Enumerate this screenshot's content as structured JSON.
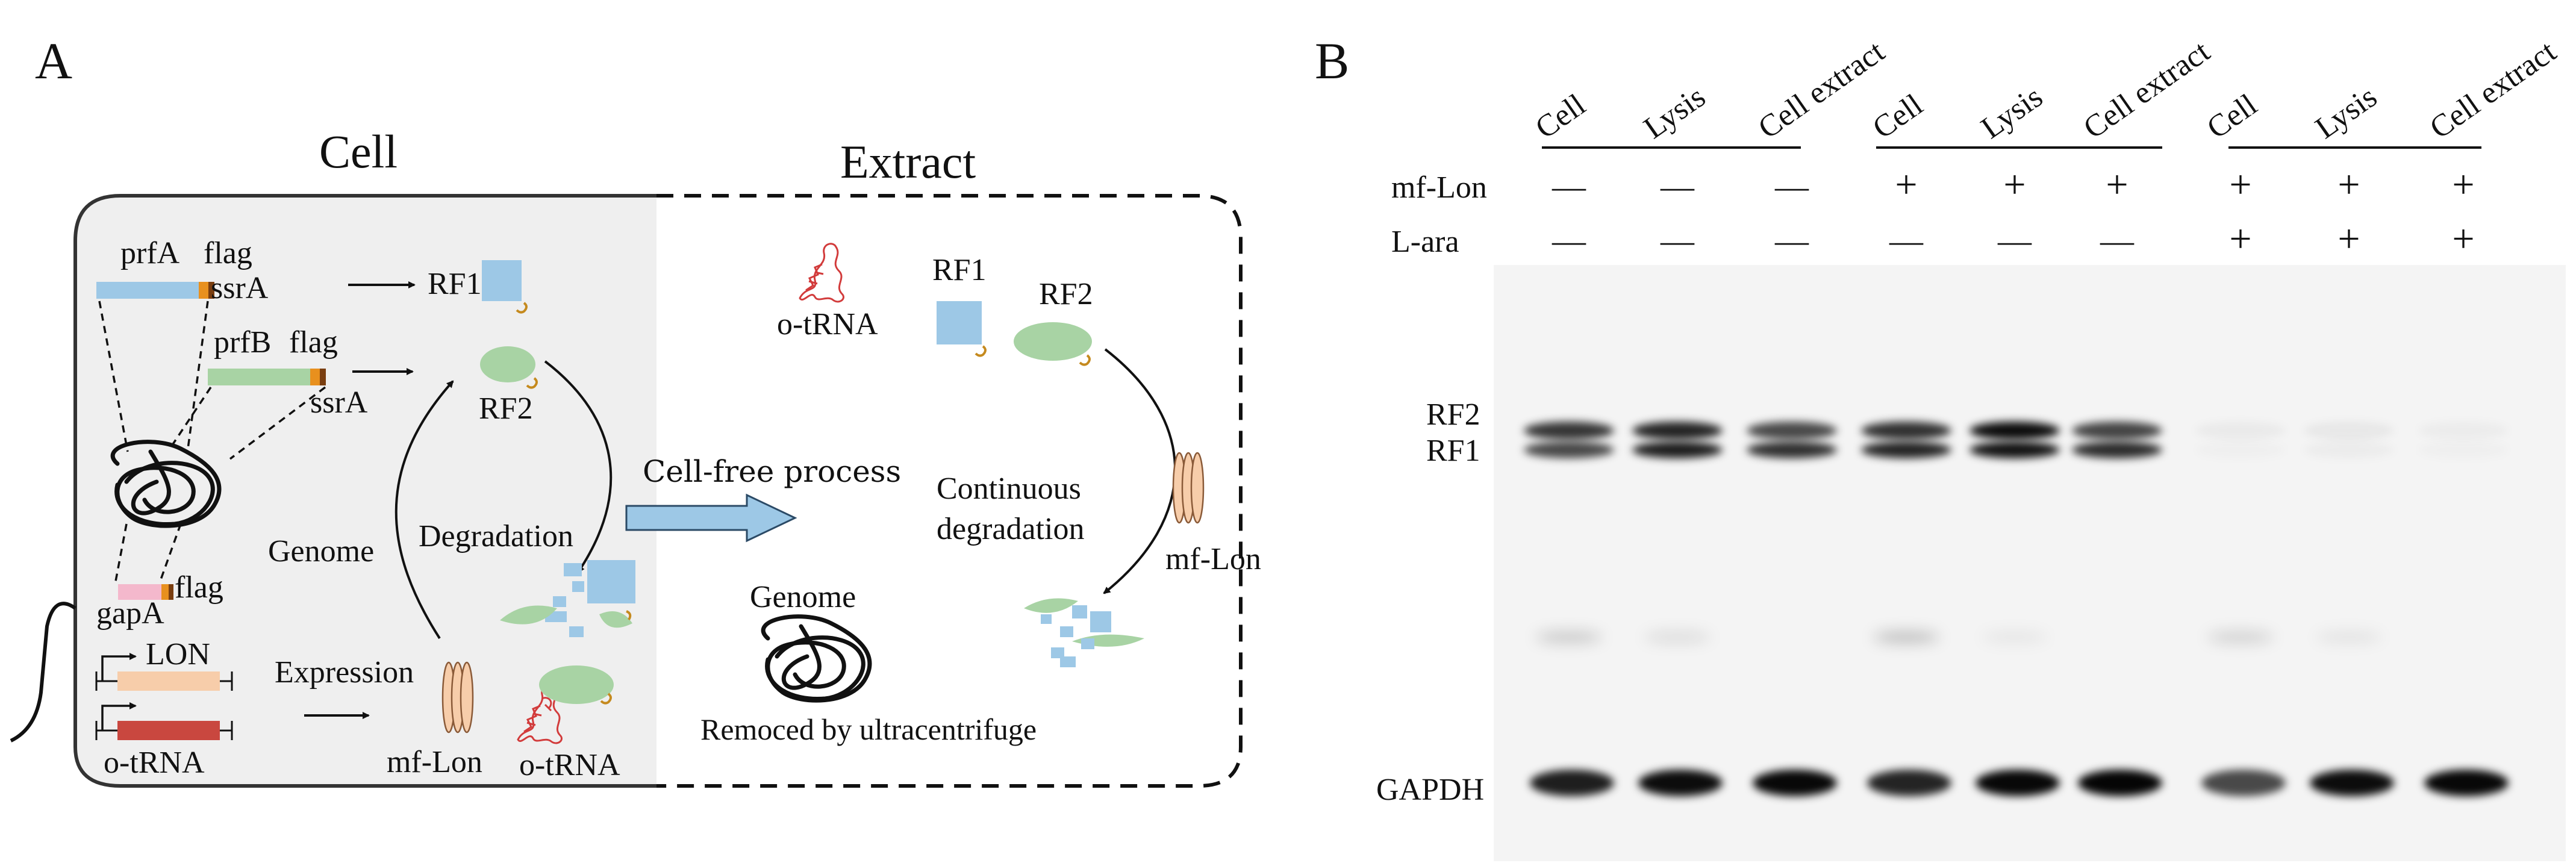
{
  "panel_a": {
    "letter": "A",
    "cell_title": "Cell",
    "extract_title": "Extract",
    "labels": {
      "prfA": "prfA",
      "flag_a": "flag",
      "ssrA_a": "ssrA",
      "prfB": "prfB",
      "flag_b": "flag",
      "ssrA_b": "ssrA",
      "rf1_cell": "RF1",
      "rf2_cell": "RF2",
      "genome_cell": "Genome",
      "flag_gap": "flag",
      "gapA": "gapA",
      "lon": "LON",
      "otrna_gene": "o-tRNA",
      "expression": "Expression",
      "mflon_cell": "mf-Lon",
      "otrna_cell": "o-tRNA",
      "degradation": "Degradation",
      "cellfree": "Cell-free process",
      "otrna_extract": "o-tRNA",
      "rf1_extract": "RF1",
      "rf2_extract": "RF2",
      "continuous_1": "Continuous",
      "continuous_2": "degradation",
      "mflon_extract": "mf-Lon",
      "genome_extract": "Genome",
      "removed": "Remoced by ultracentrifuge"
    },
    "colors": {
      "rf1_blue": "#9dc8e6",
      "rf2_green": "#a8d3a4",
      "flag_orange": "#e8901e",
      "ssrA_brown": "#7a3e10",
      "lon_peach": "#f7cdaa",
      "otrna_red": "#c9473f",
      "gap_pink": "#f4b8cc",
      "cell_bg": "#efefef",
      "trna_red": "#d23b3b"
    }
  },
  "panel_b": {
    "letter": "B",
    "lanes": [
      "Cell",
      "Lysis",
      "Cell extract",
      "Cell",
      "Lysis",
      "Cell extract",
      "Cell",
      "Lysis",
      "Cell extract"
    ],
    "rows": [
      {
        "label": "mf-Lon",
        "values": [
          "—",
          "—",
          "—",
          "+",
          "+",
          "+",
          "+",
          "+",
          "+"
        ]
      },
      {
        "label": "L-ara",
        "values": [
          "—",
          "—",
          "—",
          "—",
          "—",
          "—",
          "+",
          "+",
          "+"
        ]
      }
    ],
    "band_labels": {
      "rf2": "RF2",
      "rf1": "RF1",
      "gapdh": "GAPDH"
    },
    "band_intensity": {
      "rf2": [
        0.78,
        0.85,
        0.7,
        0.8,
        0.95,
        0.72,
        0.04,
        0.05,
        0.03
      ],
      "rf1": [
        0.7,
        0.88,
        0.8,
        0.85,
        0.92,
        0.82,
        0.02,
        0.03,
        0.02
      ],
      "faint": [
        0.18,
        0.1,
        0.0,
        0.22,
        0.06,
        0.0,
        0.15,
        0.07,
        0.0
      ],
      "gapdh": [
        0.88,
        0.95,
        0.97,
        0.85,
        0.97,
        0.98,
        0.7,
        0.95,
        0.97
      ]
    }
  }
}
